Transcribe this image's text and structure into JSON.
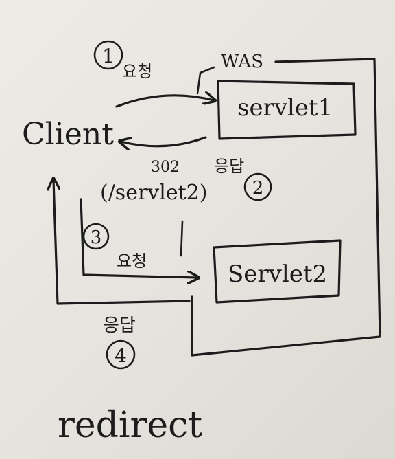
{
  "nodes": {
    "client": "Client",
    "was": "WAS",
    "servlet1": "servlet1",
    "servlet2": "Servlet2"
  },
  "steps": [
    {
      "number": "1",
      "label": "요청"
    },
    {
      "number": "2",
      "label": "응답",
      "status": "302",
      "location": "(/servlet2)"
    },
    {
      "number": "3",
      "label": "요청"
    },
    {
      "number": "4",
      "label": "응답"
    }
  ],
  "caption": "redirect",
  "colors": {
    "paper": "#e7e4df",
    "ink": "#1c1c1c"
  }
}
